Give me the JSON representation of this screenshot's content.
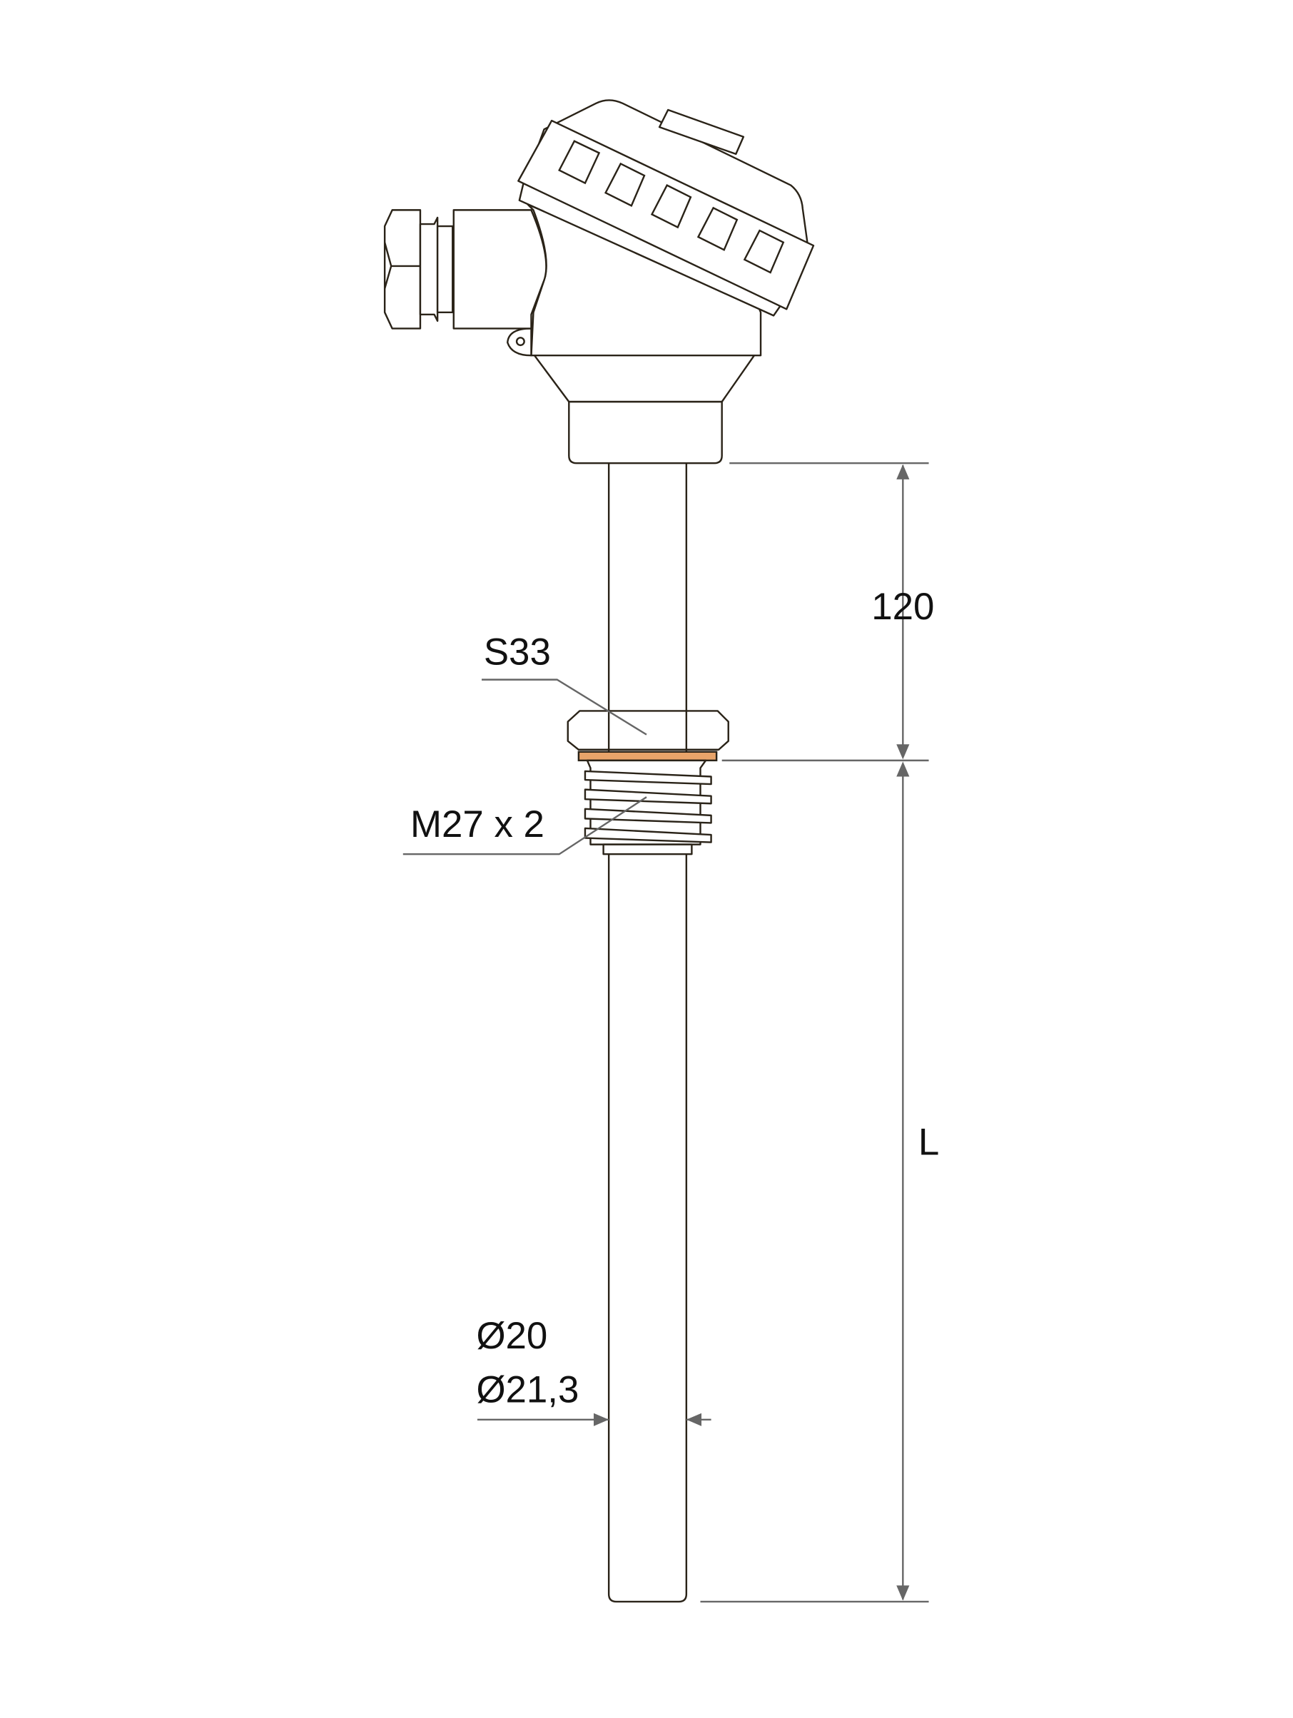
{
  "labels": {
    "dim_head_to_thread": "120",
    "hex_size": "S33",
    "thread": "M27 x 2",
    "length": "L",
    "diameter_1": "Ø20",
    "diameter_2": "Ø21,3"
  },
  "colors": {
    "outline": "#2a2318",
    "dimension": "#666666",
    "gasket": "#e8a46a"
  }
}
